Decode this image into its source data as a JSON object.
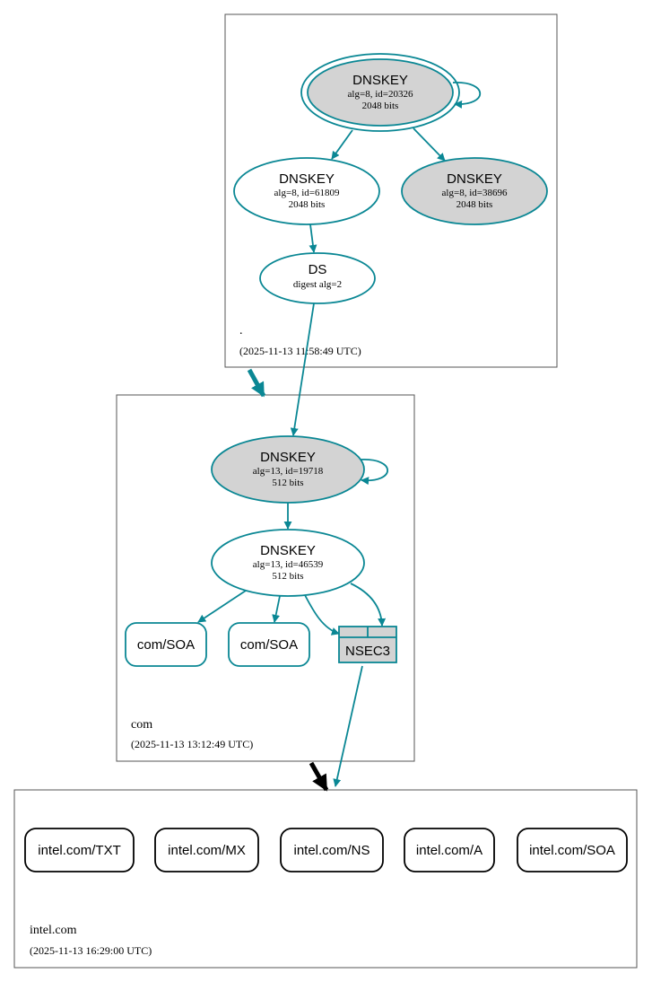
{
  "colors": {
    "accent": "#0a8794",
    "node_gray": "#d3d3d3",
    "delegation_arrow": "#0a8794",
    "insecure_arrow": "#000000"
  },
  "zones": {
    "root": {
      "name": ".",
      "timestamp": "(2025-11-13 11:58:49 UTC)",
      "nodes": {
        "ksk": {
          "title": "DNSKEY",
          "line1": "alg=8, id=20326",
          "line2": "2048 bits"
        },
        "zsk": {
          "title": "DNSKEY",
          "line1": "alg=8, id=61809",
          "line2": "2048 bits"
        },
        "zsk2": {
          "title": "DNSKEY",
          "line1": "alg=8, id=38696",
          "line2": "2048 bits"
        },
        "ds": {
          "title": "DS",
          "line1": "digest alg=2"
        }
      }
    },
    "com": {
      "name": "com",
      "timestamp": "(2025-11-13 13:12:49 UTC)",
      "nodes": {
        "ksk": {
          "title": "DNSKEY",
          "line1": "alg=13, id=19718",
          "line2": "512 bits"
        },
        "zsk": {
          "title": "DNSKEY",
          "line1": "alg=13, id=46539",
          "line2": "512 bits"
        },
        "soa1": {
          "label": "com/SOA"
        },
        "soa2": {
          "label": "com/SOA"
        },
        "nsec3": {
          "label": "NSEC3"
        }
      }
    },
    "intel": {
      "name": "intel.com",
      "timestamp": "(2025-11-13 16:29:00 UTC)",
      "records": [
        {
          "label": "intel.com/TXT"
        },
        {
          "label": "intel.com/MX"
        },
        {
          "label": "intel.com/NS"
        },
        {
          "label": "intel.com/A"
        },
        {
          "label": "intel.com/SOA"
        }
      ]
    }
  }
}
